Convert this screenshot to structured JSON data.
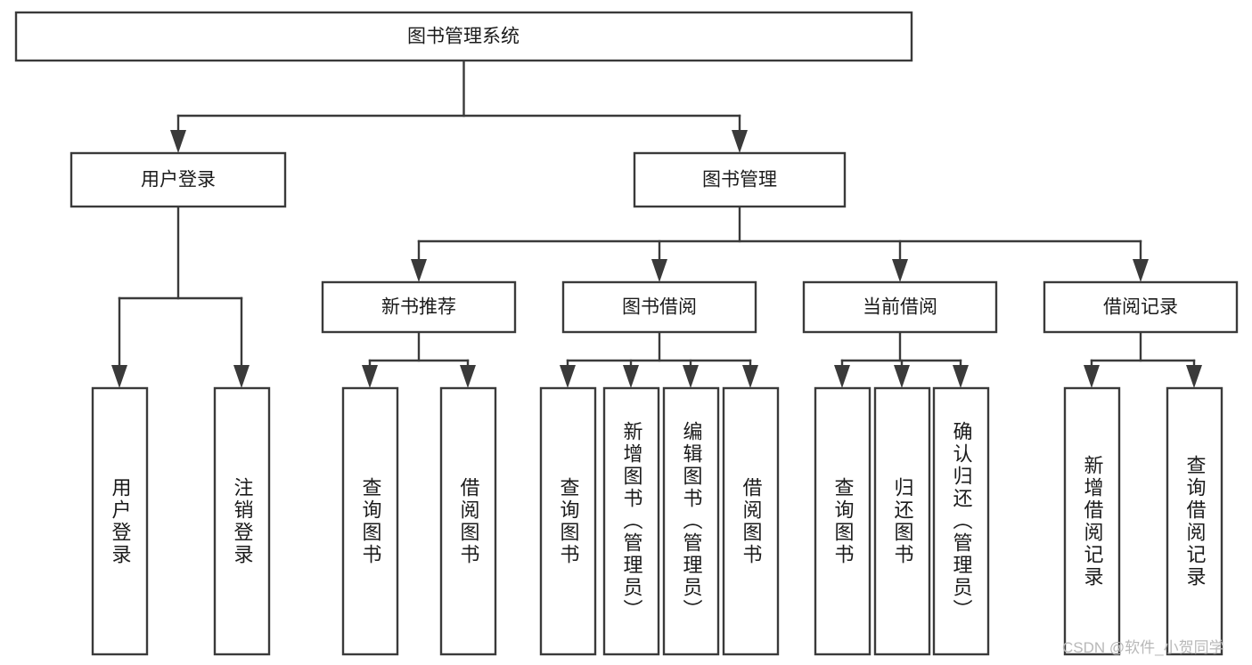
{
  "diagram": {
    "title": "图书管理系统",
    "type": "hierarchy-tree",
    "watermark": "CSDN @软件_小贺同学",
    "colors": {
      "stroke": "#3a3a3a",
      "box_fill": "#ffffff",
      "text": "#1b1b1b",
      "watermark": "#b8b8b8",
      "background": "#ffffff"
    },
    "root": {
      "id": "root",
      "label": "图书管理系统"
    },
    "level2": [
      {
        "id": "user-login",
        "label": "用户登录"
      },
      {
        "id": "book-management",
        "label": "图书管理"
      }
    ],
    "level3": [
      {
        "id": "new-book-recommend",
        "label": "新书推荐"
      },
      {
        "id": "book-borrow",
        "label": "图书借阅"
      },
      {
        "id": "current-borrow",
        "label": "当前借阅"
      },
      {
        "id": "borrow-record",
        "label": "借阅记录"
      }
    ],
    "leaves": {
      "user_login": [
        {
          "id": "leaf-user-login",
          "label": "用户登录"
        },
        {
          "id": "leaf-logout-login",
          "label": "注销登录"
        }
      ],
      "new_book_recommend": [
        {
          "id": "leaf-query-book-1",
          "label": "查询图书"
        },
        {
          "id": "leaf-borrow-book-1",
          "label": "借阅图书"
        }
      ],
      "book_borrow": [
        {
          "id": "leaf-query-book-2",
          "label": "查询图书"
        },
        {
          "id": "leaf-add-book",
          "label": "新增图书（管理员）"
        },
        {
          "id": "leaf-edit-book",
          "label": "编辑图书（管理员）"
        },
        {
          "id": "leaf-borrow-book-2",
          "label": "借阅图书"
        }
      ],
      "current_borrow": [
        {
          "id": "leaf-query-book-3",
          "label": "查询图书"
        },
        {
          "id": "leaf-return-book",
          "label": "归还图书"
        },
        {
          "id": "leaf-confirm-return",
          "label": "确认归还（管理员）"
        }
      ],
      "borrow_record": [
        {
          "id": "leaf-add-record",
          "label": "新增借阅记录"
        },
        {
          "id": "leaf-query-record",
          "label": "查询借阅记录"
        }
      ]
    }
  }
}
